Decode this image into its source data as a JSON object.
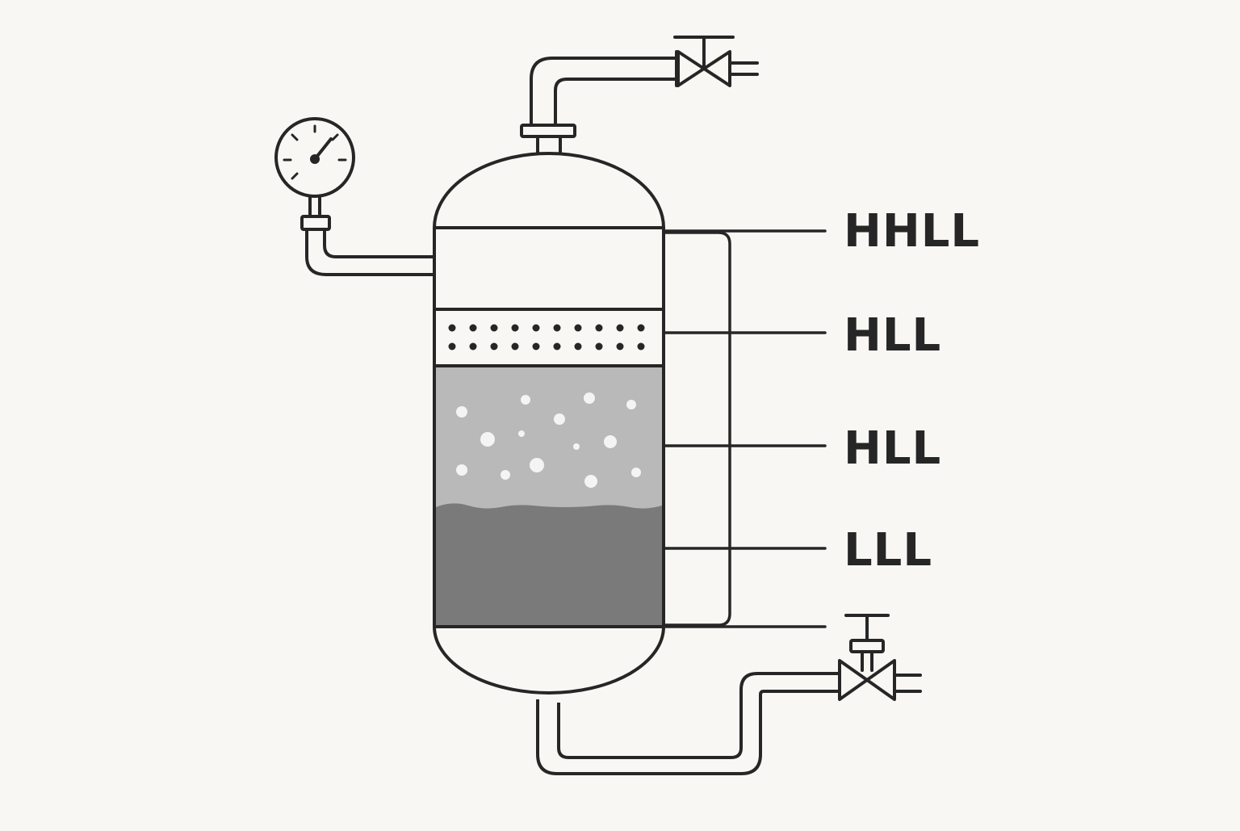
{
  "colors": {
    "background": "#f8f7f3",
    "stroke": "#262626",
    "foam_fill": "#b9b9b9",
    "liquid_fill": "#7a7a7a",
    "bubble_fill": "#f4f4f4"
  },
  "level_labels": [
    "HHLL",
    "HLL",
    "HLL",
    "LLL"
  ],
  "components": {
    "vessel": "vertical-separator-vessel",
    "pressure_gauge": "pressure-gauge-icon",
    "top_valve": "gate-valve-icon",
    "bottom_valve": "gate-valve-icon",
    "mist_layer": "dotted-mist-layer",
    "foam_layer": "foam-layer-with-bubbles",
    "liquid_layer": "liquid-layer"
  }
}
